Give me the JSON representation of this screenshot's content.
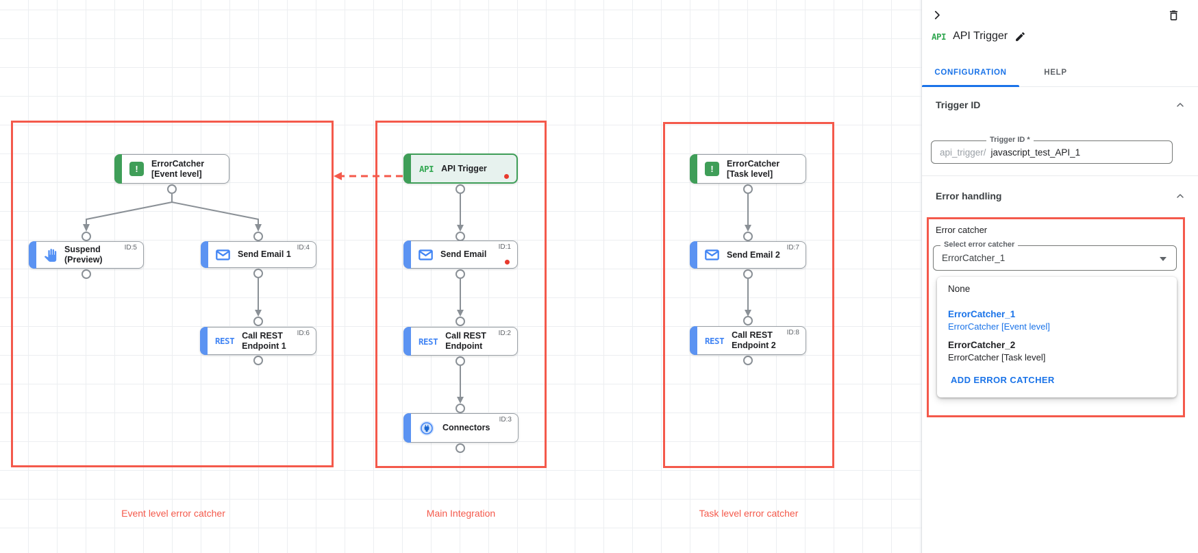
{
  "colors": {
    "annotation_red": "#f4594b",
    "status_dot_red": "#e83a2d",
    "accent_blue": "#1a73e8",
    "node_blue": "#4285f4",
    "node_green": "#34a853"
  },
  "canvas": {
    "group_labels": {
      "event": "Event level error catcher",
      "main": "Main Integration",
      "task": "Task level error catcher"
    },
    "nodes": {
      "error_catcher_event": {
        "line1": "ErrorCatcher",
        "line2": "[Event level]",
        "icon": "!"
      },
      "suspend": {
        "line1": "Suspend",
        "line2": "(Preview)",
        "id": "ID:5"
      },
      "send_email_1": {
        "line1": "Send Email 1",
        "id": "ID:4"
      },
      "call_rest_1": {
        "line1": "Call REST",
        "line2": "Endpoint 1",
        "id": "ID:6",
        "badge": "REST"
      },
      "api_trigger": {
        "line1": "API Trigger",
        "badge": "API"
      },
      "send_email": {
        "line1": "Send Email",
        "id": "ID:1"
      },
      "call_rest": {
        "line1": "Call REST",
        "line2": "Endpoint",
        "id": "ID:2",
        "badge": "REST"
      },
      "connectors": {
        "line1": "Connectors",
        "id": "ID:3"
      },
      "error_catcher_task": {
        "line1": "ErrorCatcher",
        "line2": "[Task level]",
        "icon": "!"
      },
      "send_email_2": {
        "line1": "Send Email 2",
        "id": "ID:7"
      },
      "call_rest_2": {
        "line1": "Call REST",
        "line2": "Endpoint 2",
        "id": "ID:8",
        "badge": "REST"
      }
    }
  },
  "panel": {
    "title": "API Trigger",
    "title_badge": "API",
    "tabs": {
      "configuration": "CONFIGURATION",
      "help": "HELP"
    },
    "trigger_id": {
      "section_title": "Trigger ID",
      "field_label": "Trigger ID *",
      "prefix": "api_trigger/",
      "value": "javascript_test_API_1"
    },
    "error_handling": {
      "section_title": "Error handling",
      "group_label": "Error catcher",
      "select_label": "Select error catcher",
      "select_value": "ErrorCatcher_1",
      "options": {
        "none": "None",
        "opt1_name": "ErrorCatcher_1",
        "opt1_desc": "ErrorCatcher [Event level]",
        "opt2_name": "ErrorCatcher_2",
        "opt2_desc": "ErrorCatcher [Task level]",
        "add_button": "ADD ERROR CATCHER"
      }
    }
  }
}
